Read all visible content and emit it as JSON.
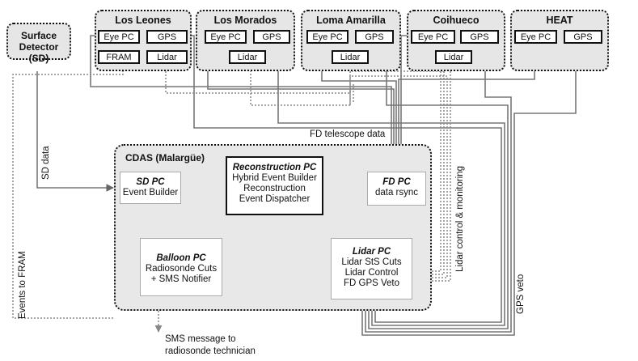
{
  "stations": [
    {
      "title": "Los Leones",
      "units": [
        "Eye PC",
        "GPS",
        "FRAM",
        "Lidar"
      ]
    },
    {
      "title": "Los Morados",
      "units": [
        "Eye PC",
        "GPS",
        "Lidar"
      ]
    },
    {
      "title": "Loma Amarilla",
      "units": [
        "Eye PC",
        "GPS",
        "Lidar"
      ]
    },
    {
      "title": "Coihueco",
      "units": [
        "Eye PC",
        "GPS",
        "Lidar"
      ]
    },
    {
      "title": "HEAT",
      "units": [
        "Eye PC",
        "GPS"
      ]
    }
  ],
  "surface_detector": {
    "line1": "Surface",
    "line2": "Detector (SD)"
  },
  "cdas": {
    "title": "CDAS (Malargüe)",
    "sd_pc": {
      "title": "SD PC",
      "lines": [
        "Event Builder"
      ]
    },
    "recon_pc": {
      "title": "Reconstruction PC",
      "lines": [
        "Hybrid Event Builder",
        "Reconstruction",
        "Event Dispatcher"
      ]
    },
    "fd_pc": {
      "title": "FD PC",
      "lines": [
        "data rsync"
      ]
    },
    "balloon_pc": {
      "title": "Balloon PC",
      "lines": [
        "Radiosonde Cuts",
        "+ SMS Notifier"
      ]
    },
    "lidar_pc": {
      "title": "Lidar PC",
      "lines": [
        "Lidar StS Cuts",
        "Lidar Control",
        "FD GPS Veto"
      ]
    }
  },
  "labels": {
    "fd_telescope_data": "FD telescope data",
    "sd_data": "SD data",
    "events_to_fram": "Events to FRAM",
    "lidar_control": "Lidar control & monitoring",
    "gps_veto": "GPS veto",
    "sms_line1": "SMS message to",
    "sms_line2": "radiosonde technician"
  }
}
